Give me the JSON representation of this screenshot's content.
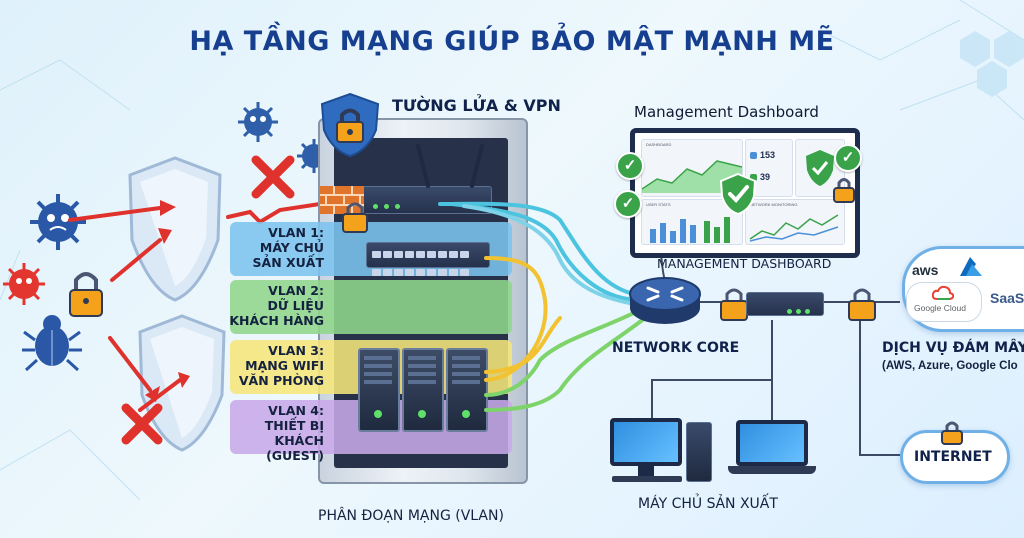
{
  "title": "HẠ TẦNG MẠNG GIÚP BẢO MẬT MẠNH MẼ",
  "firewall_label": "TƯỜNG LỬA & VPN",
  "rack_caption": "PHÂN ĐOẠN MẠNG (VLAN)",
  "vlans": [
    {
      "line1": "VLAN 1:",
      "line2": "MÁY CHỦ",
      "line3": "SẢN XUẤT",
      "color": "#7cc4ef"
    },
    {
      "line1": "VLAN 2:",
      "line2": "DỮ LIỆU",
      "line3": "KHÁCH HÀNG",
      "color": "#8fd68a"
    },
    {
      "line1": "VLAN 3:",
      "line2": "MẠNG WIFI",
      "line3": "VĂN PHÒNG",
      "color": "#f6e67a"
    },
    {
      "line1": "VLAN 4:",
      "line2": "THIẾT BỊ KHÁCH",
      "line3": "(GUEST)",
      "color": "#c8a8e8"
    }
  ],
  "dashboard": {
    "title": "Management Dashboard",
    "caption": "MANAGEMENT DASHBOARD",
    "stat_1": "153",
    "stat_2": "39",
    "panel_1": "DASHBOARD",
    "panel_2": "USER STATS",
    "panel_3": "NETWORK MONITORING"
  },
  "network_core_label": "NETWORK CORE",
  "cloud": {
    "aws": "aws",
    "google": "Google Cloud",
    "saas": "SaaS",
    "label": "DỊCH VỤ ĐÁM MÂY",
    "sublabel": "(AWS, Azure, Google Clo"
  },
  "internet_label": "INTERNET",
  "workstations_label": "MÁY CHỦ SẢN XUẤT",
  "colors": {
    "title": "#173f8f",
    "firewall_cable": "#4cc4e0",
    "data_cable": "#f2c230",
    "vlan3_cable": "#7ed36a",
    "attack_arrow": "#e0322d",
    "lock": "#f4a21c"
  }
}
